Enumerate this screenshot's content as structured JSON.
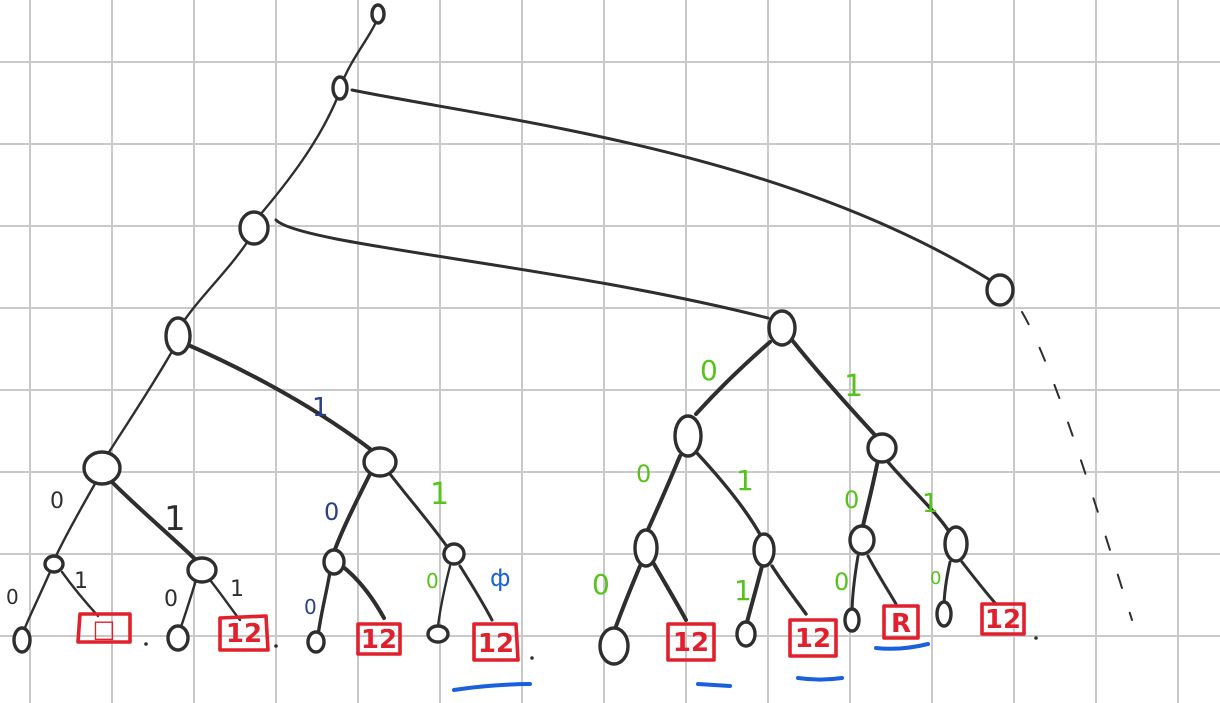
{
  "diagram": {
    "edge_labels": {
      "green": [
        "0",
        "1",
        "0",
        "1",
        "0",
        "1",
        "0",
        "1",
        "0",
        "0",
        "0",
        "0",
        "1"
      ],
      "navy": [
        "1",
        "0",
        "0"
      ],
      "blue": [
        "ф"
      ],
      "black": [
        "0",
        "1",
        "0",
        "1",
        "0",
        "1"
      ]
    },
    "leaves": [
      {
        "text": "□",
        "underlined": false
      },
      {
        "text": "12",
        "underlined": false
      },
      {
        "text": "12",
        "underlined": false
      },
      {
        "text": "12",
        "underlined": true
      },
      {
        "text": "12",
        "underlined": true
      },
      {
        "text": "12",
        "underlined": true
      },
      {
        "text": "R",
        "underlined": true
      },
      {
        "text": "12",
        "underlined": false
      }
    ],
    "colors": {
      "ink": "#2e2e2e",
      "leaf_box": "#e0202c",
      "green_label": "#55c31a",
      "navy_label": "#2b3f86",
      "blue_label": "#1a5fdc",
      "grid": "#c9c9c9"
    }
  }
}
